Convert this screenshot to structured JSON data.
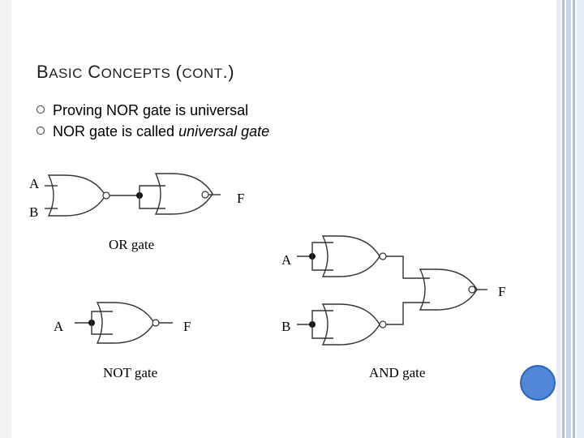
{
  "slide": {
    "title": {
      "word1_cap": "B",
      "word1_rest": "ASIC",
      "word2_cap": "C",
      "word2_rest": "ONCEPTS",
      "paren_open": "(",
      "word3_rest": "CONT",
      "paren_close": ".)"
    },
    "bullets": [
      {
        "plain": "Proving NOR gate is universal",
        "italic": ""
      },
      {
        "plain": "NOR gate is called ",
        "italic": "universal gate"
      }
    ]
  },
  "diagrams": {
    "or_gate": {
      "input_a": "A",
      "input_b": "B",
      "output": "F",
      "caption": "OR gate"
    },
    "not_gate": {
      "input": "A",
      "output": "F",
      "caption": "NOT gate"
    },
    "and_gate": {
      "input_a": "A",
      "input_b": "B",
      "output": "F",
      "caption": "AND gate"
    }
  },
  "theme": {
    "accent": "#4f86d8",
    "accent_border": "#2f62b8",
    "stripe_colors": [
      "#c7d3e8",
      "#e6ecf5",
      "#aebfdb"
    ]
  }
}
